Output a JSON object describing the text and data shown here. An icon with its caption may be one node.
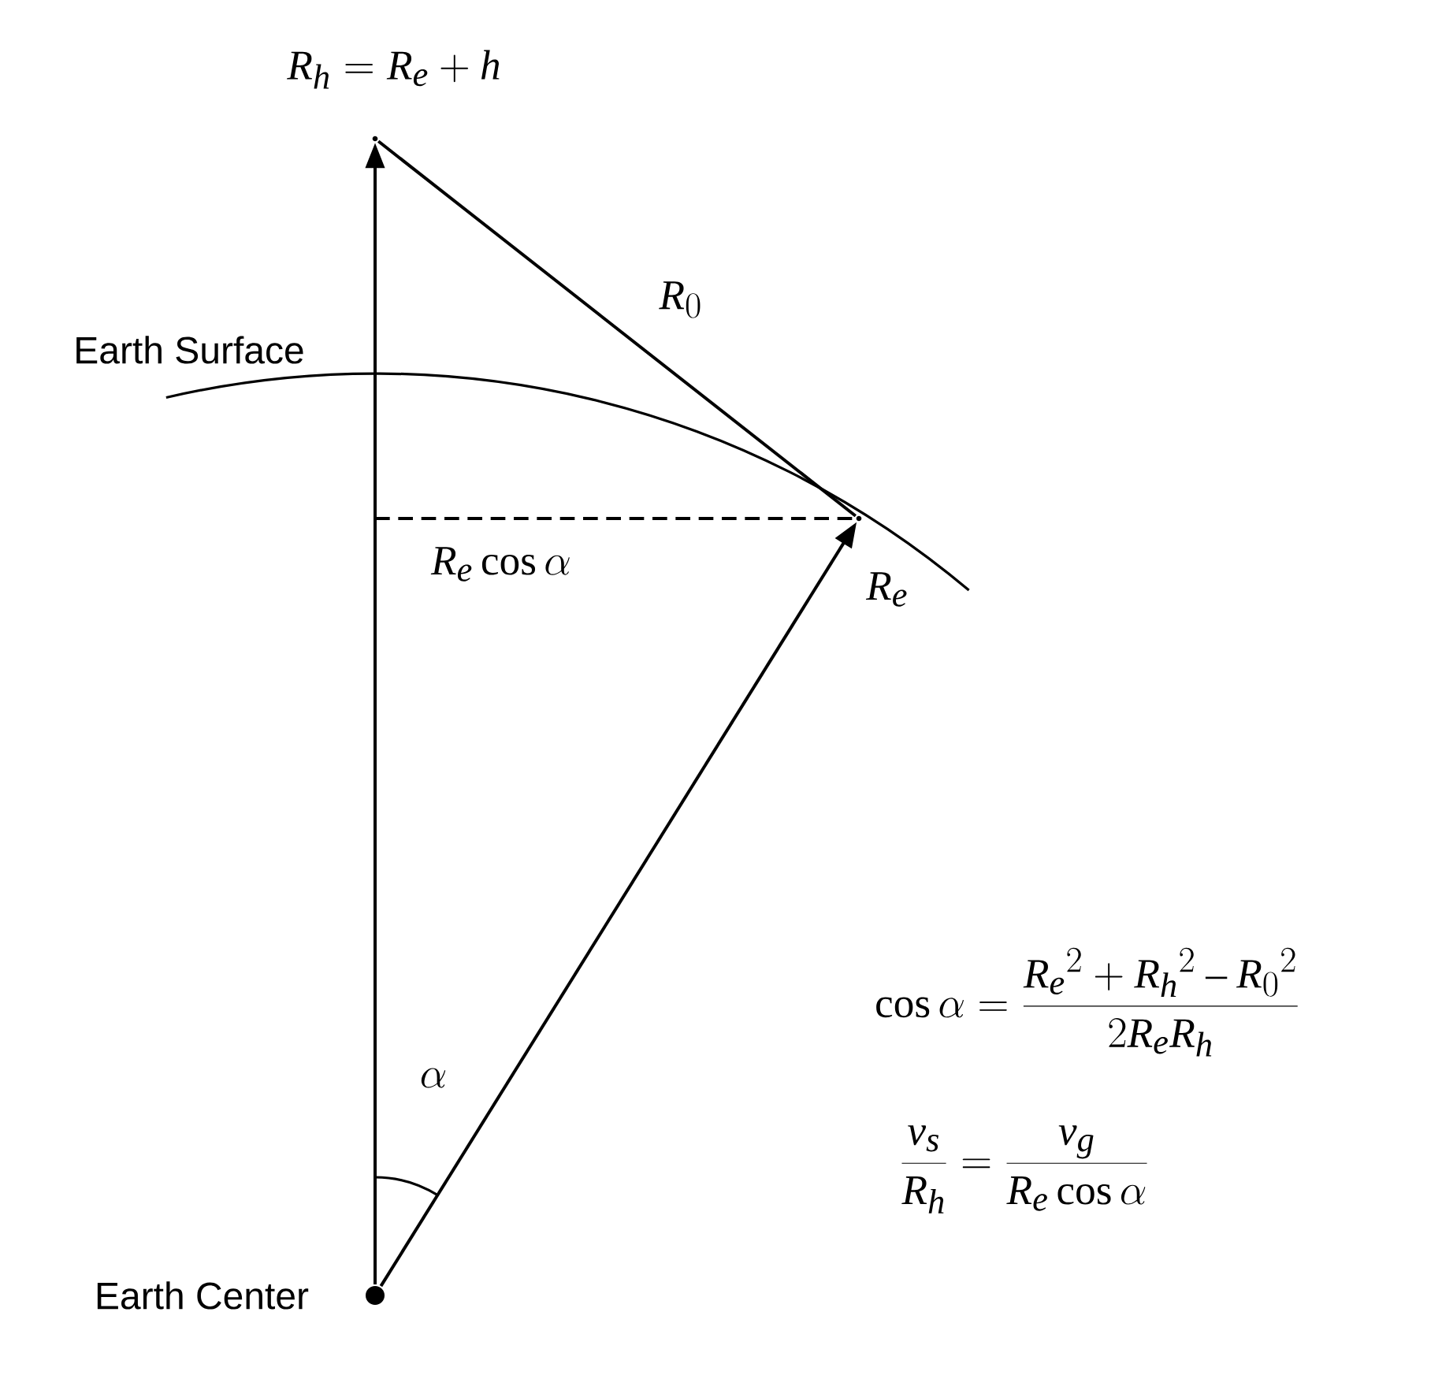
{
  "diagram": {
    "nodes": [
      {
        "text": [],
        "shape": "circle",
        "beside": [
          "Earth Center"
        ]
      },
      {
        "text": [],
        "shape": "point",
        "beside": [
          "R_h = R_e + h"
        ]
      },
      {
        "text": [],
        "shape": "point"
      }
    ],
    "edges": [
      {
        "from": 0,
        "to": 1,
        "arrow": "to"
      },
      {
        "from": 1,
        "to": 2,
        "arrow": "none",
        "label": "R_0"
      },
      {
        "from": 0,
        "to": 2,
        "arrow": "to",
        "label": "R_e"
      },
      {
        "from": null,
        "to": 2,
        "arrow": "none",
        "style": "dashed",
        "label": "R_e \\cos\\alpha"
      }
    ],
    "labels": [
      "Earth Surface",
      "\\alpha",
      "\\cos\\alpha = \\frac{{R_e}^2 + {R_h}^2 - {R_0}^2}{2R_eR_h}",
      "\\frac{v_s}{R_h} = \\frac{v_g}{R_e\\cos\\alpha}"
    ]
  }
}
